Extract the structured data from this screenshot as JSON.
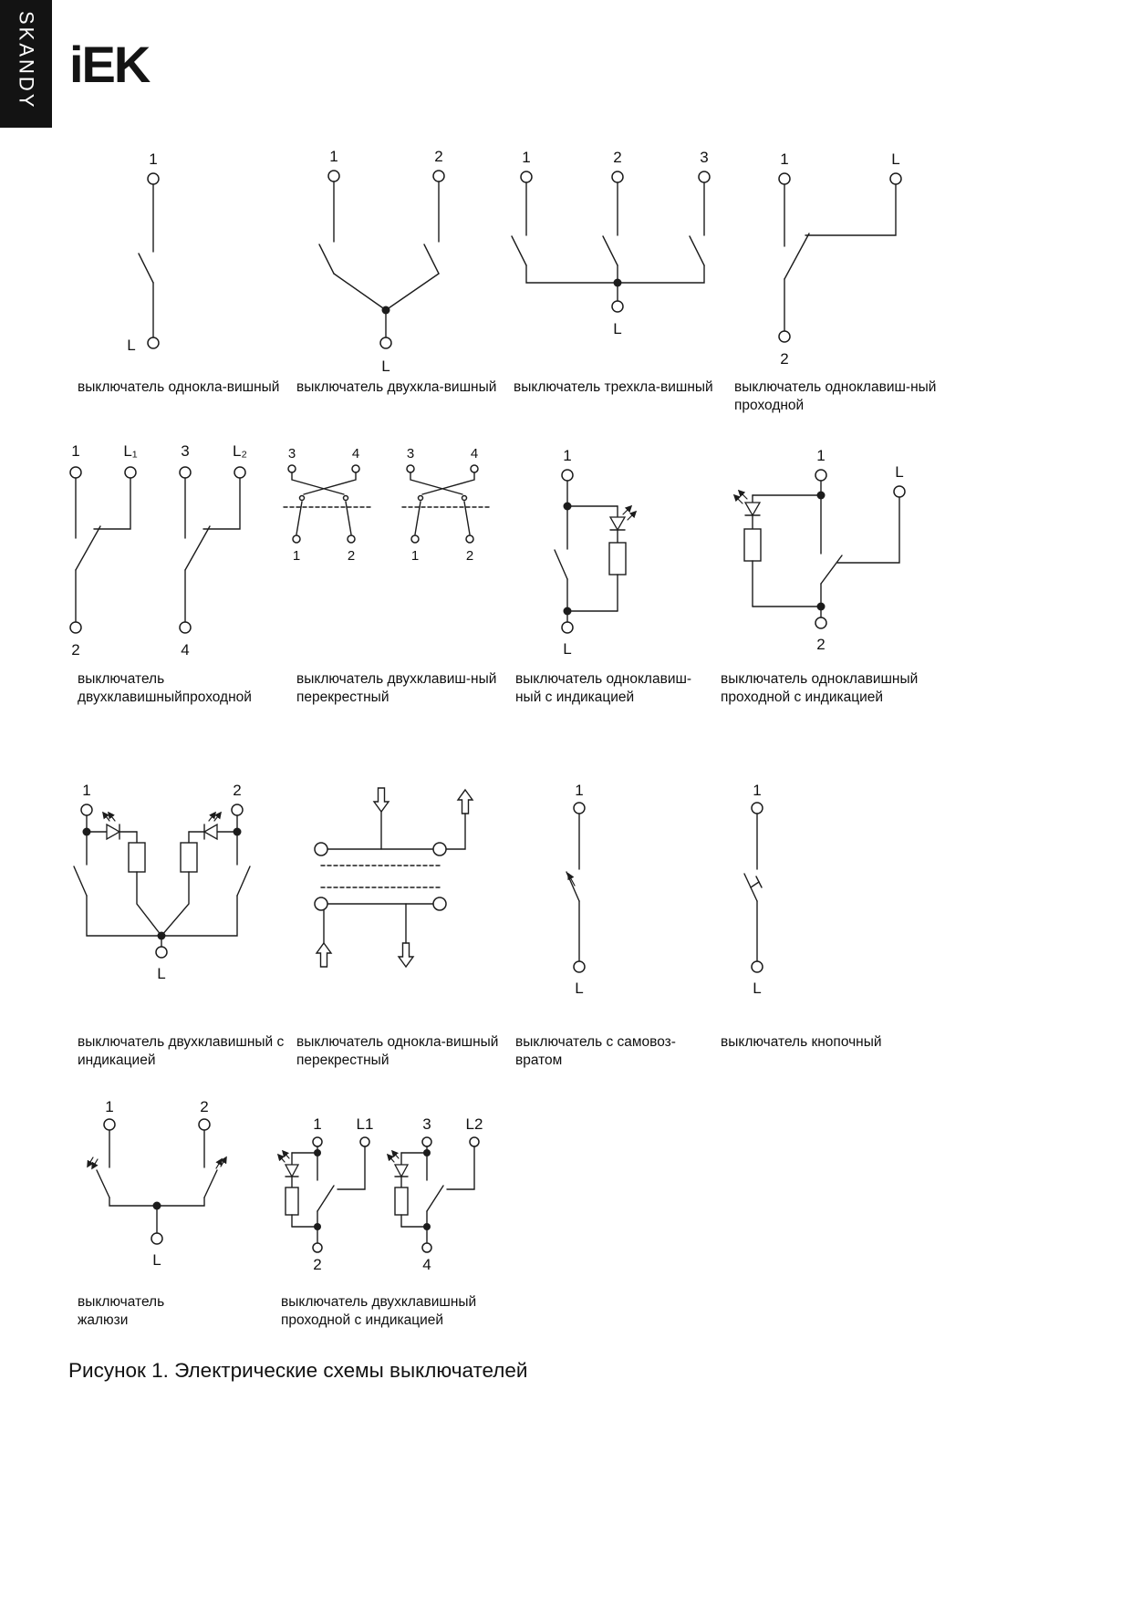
{
  "sidebar": {
    "brand": "SKANDY"
  },
  "header": {
    "logo": "iEK"
  },
  "caption": "Рисунок 1. Электрические схемы выключателей",
  "diagrams": {
    "single": {
      "label": "выключатель однокла-вишный",
      "t_top": "1",
      "t_bot": "L"
    },
    "double": {
      "label": "выключатель двухкла-вишный",
      "t1": "1",
      "t2": "2",
      "tL": "L"
    },
    "triple": {
      "label": "выключатель трехкла-вишный",
      "t1": "1",
      "t2": "2",
      "t3": "3",
      "tL": "L"
    },
    "single_pass": {
      "label": "выключатель одноклавиш-ный\nпроходной",
      "t1": "1",
      "tL": "L",
      "t2": "2"
    },
    "double_pass": {
      "label": "выключатель\nдвухклавишныйпроходной",
      "t1": "1",
      "tL1": "L₁",
      "t3": "3",
      "tL2": "L₂",
      "t2": "2",
      "t4": "4"
    },
    "double_cross": {
      "label": "выключатель двухклавиш-ный\nперекрестный",
      "a3": "3",
      "a4": "4",
      "a1": "1",
      "a2": "2",
      "b3": "3",
      "b4": "4",
      "b1": "1",
      "b2": "2"
    },
    "single_ind": {
      "label": "выключатель одноклавиш-\nный с индикацией",
      "t1": "1",
      "tL": "L"
    },
    "single_pass_ind": {
      "label": "выключатель одноклавишный\nпроходной с индикацией",
      "t1": "1",
      "tL": "L",
      "t2": "2"
    },
    "double_ind": {
      "label": "выключатель двухклавишный с\nиндикацией",
      "t1": "1",
      "t2": "2",
      "tL": "L"
    },
    "single_cross": {
      "label": "выключатель однокла-вишный\nперекрестный"
    },
    "self_return": {
      "label": "выключатель с самовоз-\nвратом",
      "t1": "1",
      "tL": "L"
    },
    "push": {
      "label": "выключатель кнопочный",
      "t1": "1",
      "tL": "L"
    },
    "blinds": {
      "label": "выключатель\nжалюзи",
      "t1": "1",
      "t2": "2",
      "tL": "L"
    },
    "double_pass_ind": {
      "label": "выключатель двухклавишный\nпроходной с индикацией",
      "t1": "1",
      "tL1": "L1",
      "t3": "3",
      "tL2": "L2",
      "t2": "2",
      "t4": "4"
    }
  }
}
